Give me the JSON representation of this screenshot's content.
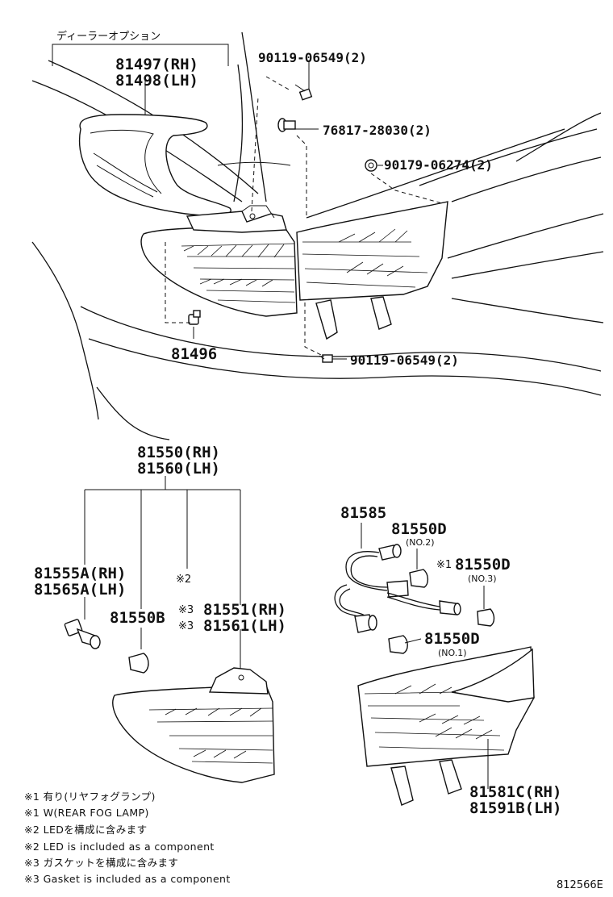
{
  "top_section": {
    "dealer_option_label": "ディーラーオプション",
    "garnish_rh": "81497(RH)",
    "garnish_lh": "81498(LH)",
    "bolt_a": "90119-06549(2)",
    "clip": "76817-28030(2)",
    "nut": "90179-06274(2)",
    "socket": "81496",
    "bolt_b": "90119-06549(2)"
  },
  "lower_left": {
    "lamp_rh": "81550(RH)",
    "lamp_lh": "81560(LH)",
    "socket_rh": "81555A(RH)",
    "socket_lh": "81565A(LH)",
    "mark_2": "※2",
    "bulb_b": "81550B",
    "mark_3a": "※3",
    "mark_3b": "※3",
    "lens_rh": "81551(RH)",
    "lens_lh": "81561(LH)"
  },
  "lower_right": {
    "wire": "81585",
    "bulb_d2": "81550D",
    "no2": "(NO.2)",
    "mark_1": "※1",
    "bulb_d3": "81550D",
    "no3": "(NO.3)",
    "bulb_d1": "81550D",
    "no1": "(NO.1)",
    "lamp_rh": "81581C(RH)",
    "lamp_lh": "81591B(LH)"
  },
  "notes": [
    "※1 有り(リヤフォグランプ)",
    "※1 W(REAR FOG LAMP)",
    "※2 LEDを構成に含みます",
    "※2 LED is included as a component",
    "※3 ガスケットを構成に含みます",
    "※3 Gasket is included as a component"
  ],
  "diagram_code": "812566E"
}
